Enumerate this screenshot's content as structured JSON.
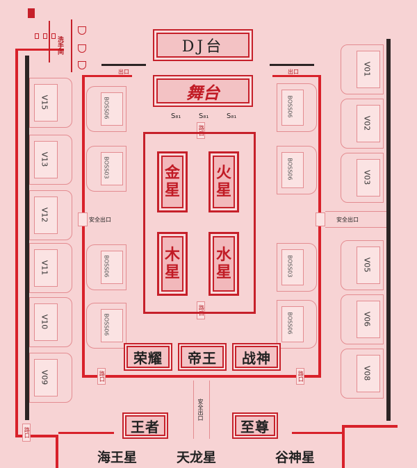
{
  "stage": {
    "dj_label": "DJ台",
    "stage_label": "舞台"
  },
  "speakers": [
    "S₈₁",
    "S₈₁",
    "S₈₁"
  ],
  "exits": {
    "top_left": "出口",
    "top_right": "出口",
    "side_left": "安全出口",
    "side_right": "安全出口",
    "bottom": "安全出口"
  },
  "restroom": {
    "label": "洗手间"
  },
  "roads": {
    "top_center": "路口",
    "mid_center": "路口",
    "bottom_left": "路口",
    "bottom_right": "路口",
    "far_left": "路口"
  },
  "left_vip": [
    "V15",
    "V13",
    "V12",
    "V11",
    "V10",
    "V09"
  ],
  "right_vip": [
    "V01",
    "V02",
    "V03",
    "V05",
    "V06",
    "V08"
  ],
  "left_boss": [
    "BOSS06",
    "BOSS03",
    "BOSS06",
    "BOSS06"
  ],
  "right_boss": [
    "BOSS06",
    "BOSS06",
    "BOSS03",
    "BOSS06"
  ],
  "planets": {
    "jin": [
      "金",
      "星"
    ],
    "huo": [
      "火",
      "星"
    ],
    "mu": [
      "木",
      "星"
    ],
    "shui": [
      "水",
      "星"
    ]
  },
  "vip_rooms": {
    "rongyao": "荣耀",
    "diwang": "帝王",
    "zhanshen": "战神",
    "wangzhe": "王者",
    "zhizun": "至尊"
  },
  "zones": {
    "haiwang": "海王星",
    "tianlong": "天龙星",
    "gushen": "谷神星"
  },
  "colors": {
    "accent": "#c6202a",
    "background": "#f7d3d4"
  }
}
